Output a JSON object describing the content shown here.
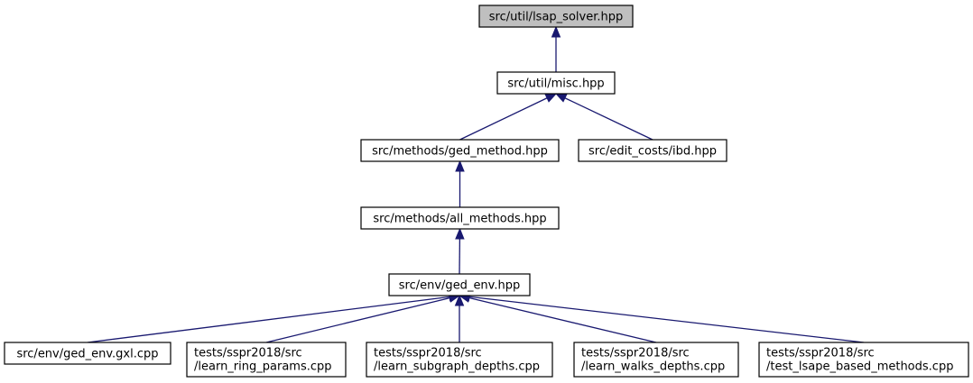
{
  "colors": {
    "root_fill": "#bfbfbf",
    "node_fill": "#ffffff",
    "node_border": "#000000",
    "edge": "#191970"
  },
  "nodes": [
    {
      "id": "lsap_solver",
      "lines": [
        "src/util/lsap_solver.hpp"
      ],
      "root": true
    },
    {
      "id": "misc",
      "lines": [
        "src/util/misc.hpp"
      ]
    },
    {
      "id": "ged_method",
      "lines": [
        "src/methods/ged_method.hpp"
      ]
    },
    {
      "id": "ibd",
      "lines": [
        "src/edit_costs/ibd.hpp"
      ]
    },
    {
      "id": "all_methods",
      "lines": [
        "src/methods/all_methods.hpp"
      ]
    },
    {
      "id": "ged_env",
      "lines": [
        "src/env/ged_env.hpp"
      ]
    },
    {
      "id": "ged_env_gxl",
      "lines": [
        "src/env/ged_env.gxl.cpp"
      ]
    },
    {
      "id": "learn_ring_params",
      "lines": [
        "tests/sspr2018/src",
        "/learn_ring_params.cpp"
      ]
    },
    {
      "id": "learn_subgraph_depths",
      "lines": [
        "tests/sspr2018/src",
        "/learn_subgraph_depths.cpp"
      ]
    },
    {
      "id": "learn_walks_depths",
      "lines": [
        "tests/sspr2018/src",
        "/learn_walks_depths.cpp"
      ]
    },
    {
      "id": "test_lsape_based_methods",
      "lines": [
        "tests/sspr2018/src",
        "/test_lsape_based_methods.cpp"
      ]
    }
  ],
  "edges": [
    {
      "from": "misc",
      "to": "lsap_solver"
    },
    {
      "from": "ged_method",
      "to": "misc"
    },
    {
      "from": "ibd",
      "to": "misc"
    },
    {
      "from": "all_methods",
      "to": "ged_method"
    },
    {
      "from": "ged_env",
      "to": "all_methods"
    },
    {
      "from": "ged_env_gxl",
      "to": "ged_env"
    },
    {
      "from": "learn_ring_params",
      "to": "ged_env"
    },
    {
      "from": "learn_subgraph_depths",
      "to": "ged_env"
    },
    {
      "from": "learn_walks_depths",
      "to": "ged_env"
    },
    {
      "from": "test_lsape_based_methods",
      "to": "ged_env"
    }
  ]
}
